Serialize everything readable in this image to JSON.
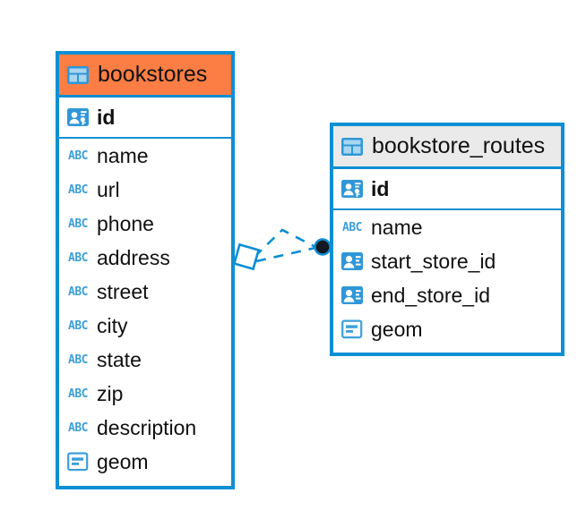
{
  "diagram": {
    "kind": "entity-relationship-diagram",
    "background": "#ffffff",
    "accent_blue": "#0c8fd4",
    "selected_header_color": "#fc7e44",
    "normal_header_color": "#eaeaea",
    "icon_blue": "#3d9fdb",
    "text_color": "#101010"
  },
  "tables": [
    {
      "name": "bookstores",
      "header_icon": "table-icon",
      "selected": true,
      "primary_key": {
        "label": "id",
        "icon": "primary-key-icon",
        "type": "key"
      },
      "fields": [
        {
          "label": "name",
          "icon": "text-type-icon",
          "type": "text",
          "glyph": "ABC"
        },
        {
          "label": "url",
          "icon": "text-type-icon",
          "type": "text",
          "glyph": "ABC"
        },
        {
          "label": "phone",
          "icon": "text-type-icon",
          "type": "text",
          "glyph": "ABC"
        },
        {
          "label": "address",
          "icon": "text-type-icon",
          "type": "text",
          "glyph": "ABC"
        },
        {
          "label": "street",
          "icon": "text-type-icon",
          "type": "text",
          "glyph": "ABC"
        },
        {
          "label": "city",
          "icon": "text-type-icon",
          "type": "text",
          "glyph": "ABC"
        },
        {
          "label": "state",
          "icon": "text-type-icon",
          "type": "text",
          "glyph": "ABC"
        },
        {
          "label": "zip",
          "icon": "text-type-icon",
          "type": "text",
          "glyph": "ABC"
        },
        {
          "label": "description",
          "icon": "text-type-icon",
          "type": "text",
          "glyph": "ABC"
        },
        {
          "label": "geom",
          "icon": "geometry-type-icon",
          "type": "geometry"
        }
      ]
    },
    {
      "name": "bookstore_routes",
      "header_icon": "table-icon",
      "selected": false,
      "primary_key": {
        "label": "id",
        "icon": "primary-key-icon",
        "type": "key"
      },
      "fields": [
        {
          "label": "name",
          "icon": "text-type-icon",
          "type": "text",
          "glyph": "ABC"
        },
        {
          "label": "start_store_id",
          "icon": "foreign-key-icon",
          "type": "foreign-key"
        },
        {
          "label": "end_store_id",
          "icon": "foreign-key-icon",
          "type": "foreign-key"
        },
        {
          "label": "geom",
          "icon": "geometry-type-icon",
          "type": "geometry"
        }
      ]
    }
  ],
  "relationship": {
    "style": "dashed",
    "color": "#0c8fd4",
    "source_marker": "diamond-marker",
    "target_marker": "filled-circle-marker",
    "source_table": "bookstores",
    "target_table": "bookstore_routes"
  }
}
